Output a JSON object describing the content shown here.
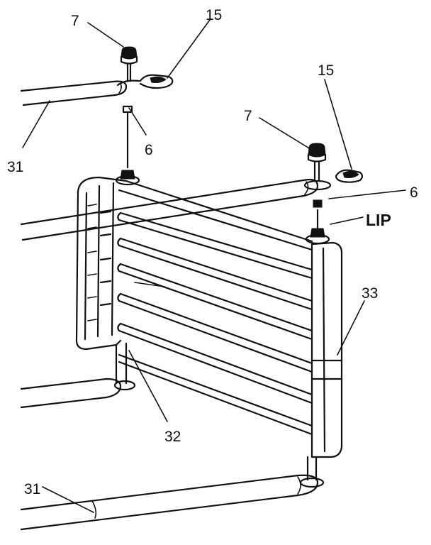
{
  "labels": {
    "cap_left": "7",
    "cap_right": "7",
    "clip_left": "15",
    "clip_right": "15",
    "spacer_left": "6",
    "spacer_right": "6",
    "lip": "LIP",
    "rod_top": "31",
    "rod_bottom": "31",
    "post_left": "32",
    "panel_right_edge": "33"
  },
  "colors": {
    "ink": "#111111",
    "paper": "#ffffff"
  }
}
